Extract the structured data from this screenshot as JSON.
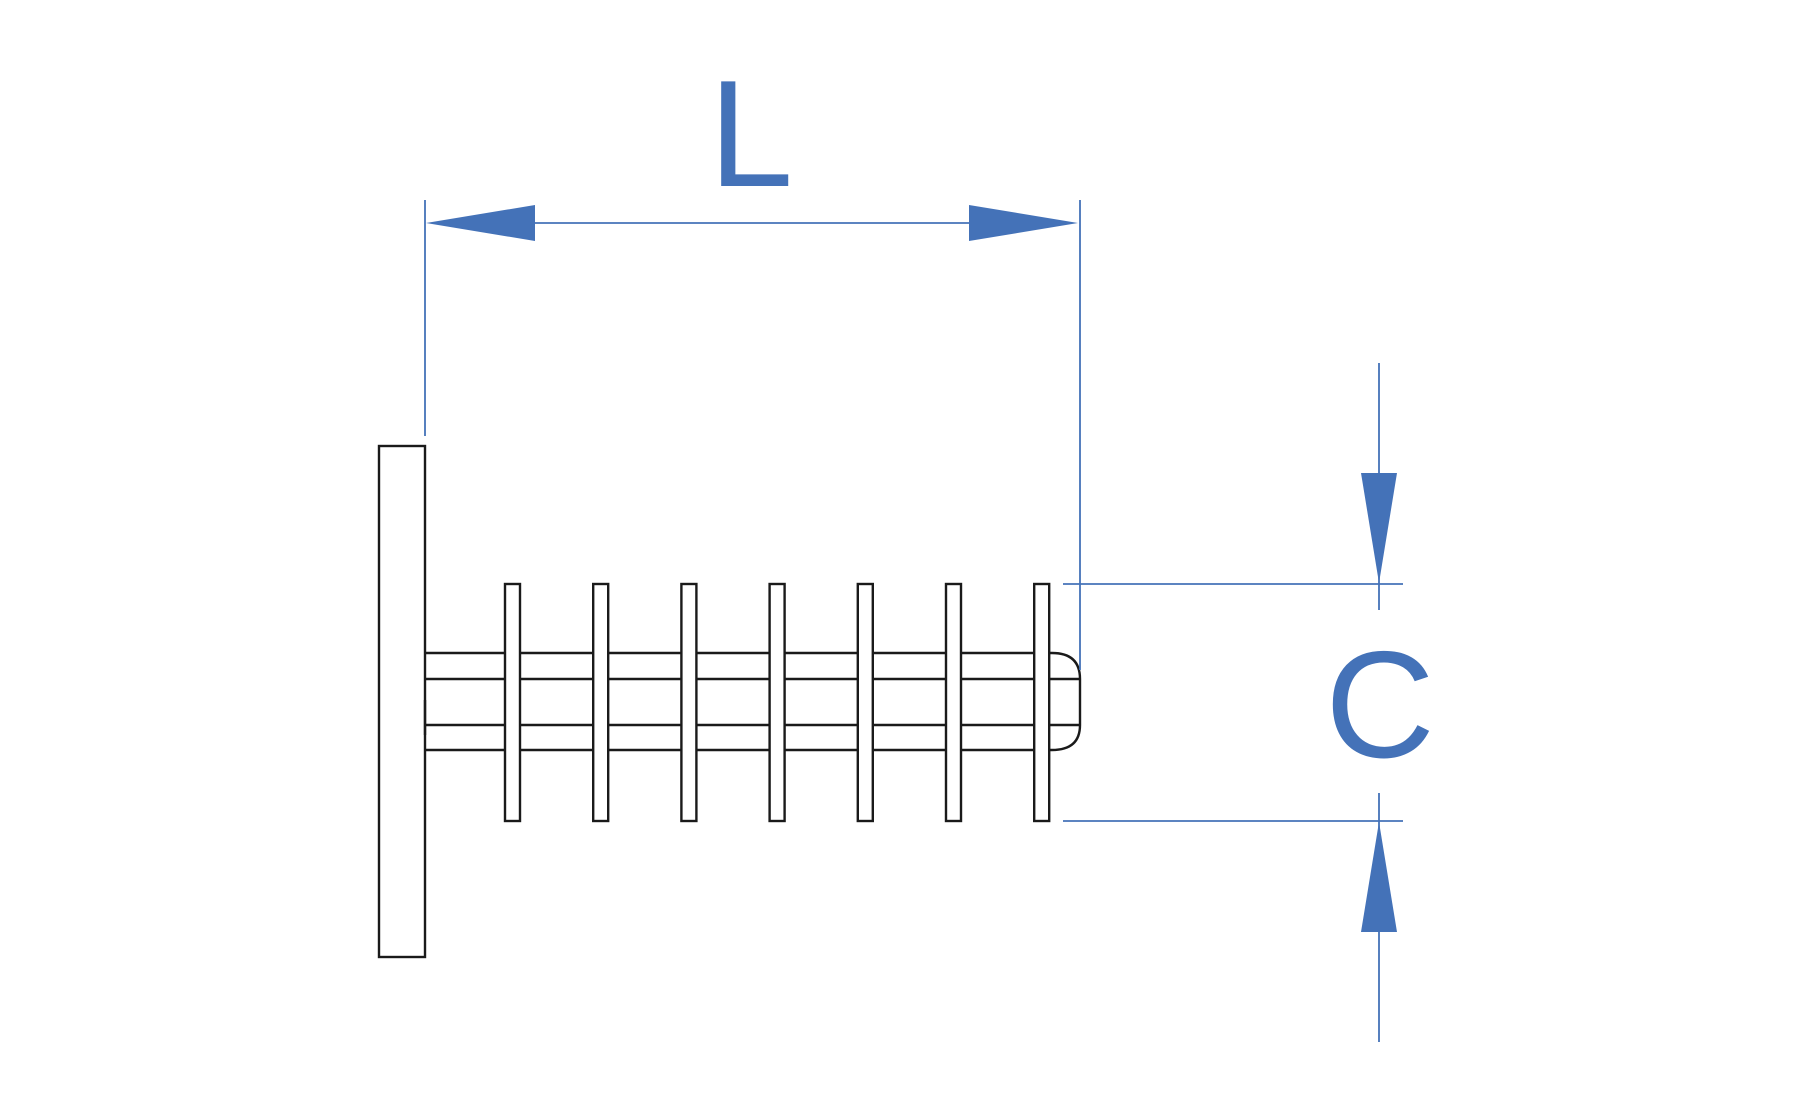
{
  "diagram": {
    "dimension_length_label": "L",
    "dimension_diameter_label": "C",
    "fin_count": 7,
    "colors": {
      "dimension": "#4472b8",
      "outline": "#1a1a1a",
      "background": "#ffffff"
    }
  }
}
